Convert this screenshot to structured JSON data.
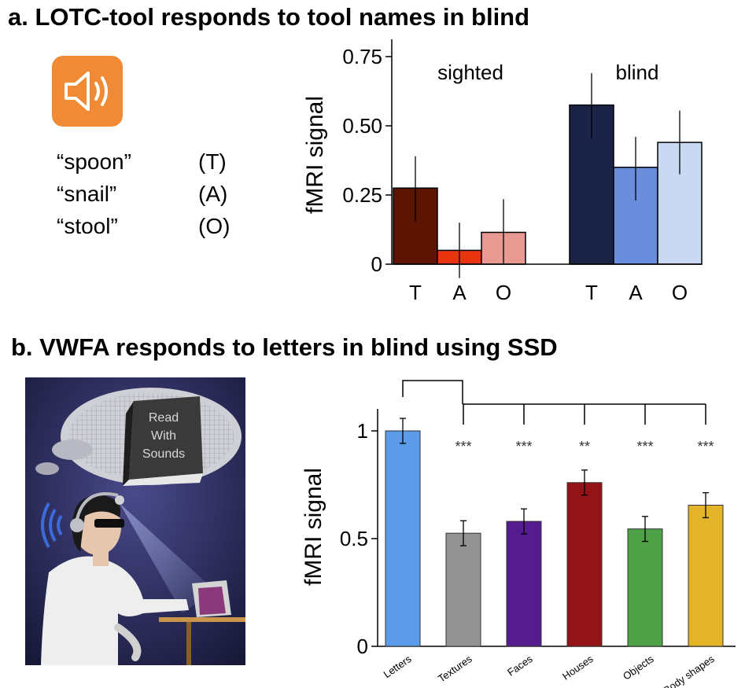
{
  "panel_a": {
    "title": "a. LOTC-tool responds to tool names in blind",
    "icon": "speaker-icon",
    "icon_color": "#f08a35",
    "words": [
      {
        "word": "“spoon”",
        "cond": "(T)"
      },
      {
        "word": "“snail”",
        "cond": "(A)"
      },
      {
        "word": "“stool”",
        "cond": "(O)"
      }
    ]
  },
  "panel_b": {
    "title": "b. VWFA responds to letters in blind using SSD",
    "illustration": "person-with-headphones-and-camera-reading-book-illustration",
    "book_text": [
      "Read",
      "With",
      "Sounds"
    ]
  },
  "chart_data": [
    {
      "type": "bar",
      "ylabel": "fMRI signal",
      "ylim": [
        0,
        0.8
      ],
      "yticks": [
        {
          "value": 0,
          "label": "0"
        },
        {
          "value": 0.25,
          "label": "0.25"
        },
        {
          "value": 0.5,
          "label": "0.50"
        },
        {
          "value": 0.75,
          "label": "0.75"
        }
      ],
      "groups": [
        {
          "name": "sighted",
          "bars": [
            {
              "label": "T",
              "value": 0.275,
              "err_low": 0.155,
              "err_high": 0.39,
              "color": "#5c1503"
            },
            {
              "label": "A",
              "value": 0.05,
              "err_low": -0.05,
              "err_high": 0.15,
              "color": "#e83510"
            },
            {
              "label": "O",
              "value": 0.115,
              "err_low": 0.0,
              "err_high": 0.235,
              "color": "#e89a92"
            }
          ]
        },
        {
          "name": "blind",
          "bars": [
            {
              "label": "T",
              "value": 0.575,
              "err_low": 0.455,
              "err_high": 0.69,
              "color": "#1b2446"
            },
            {
              "label": "A",
              "value": 0.35,
              "err_low": 0.23,
              "err_high": 0.46,
              "color": "#6a8edd"
            },
            {
              "label": "O",
              "value": 0.44,
              "err_low": 0.325,
              "err_high": 0.555,
              "color": "#c9d8f3"
            }
          ]
        }
      ]
    },
    {
      "type": "bar",
      "ylabel": "fMRI signal",
      "ylim": [
        0,
        1.1
      ],
      "yticks": [
        {
          "value": 0,
          "label": "0"
        },
        {
          "value": 0.5,
          "label": "0.5"
        },
        {
          "value": 1,
          "label": "1"
        }
      ],
      "categories": [
        "Letters",
        "Textures",
        "Faces",
        "Houses",
        "Objects",
        "Body shapes"
      ],
      "values": [
        1.0,
        0.525,
        0.58,
        0.76,
        0.545,
        0.655
      ],
      "errors": [
        0.058,
        0.058,
        0.058,
        0.058,
        0.058,
        0.058
      ],
      "colors": [
        "#5b9bea",
        "#939393",
        "#541c8e",
        "#931417",
        "#4fa147",
        "#e4b428"
      ],
      "significance": [
        "",
        "***",
        "***",
        "**",
        "***",
        "***"
      ],
      "comparison_bracket": "Letters vs. all other categories"
    }
  ]
}
